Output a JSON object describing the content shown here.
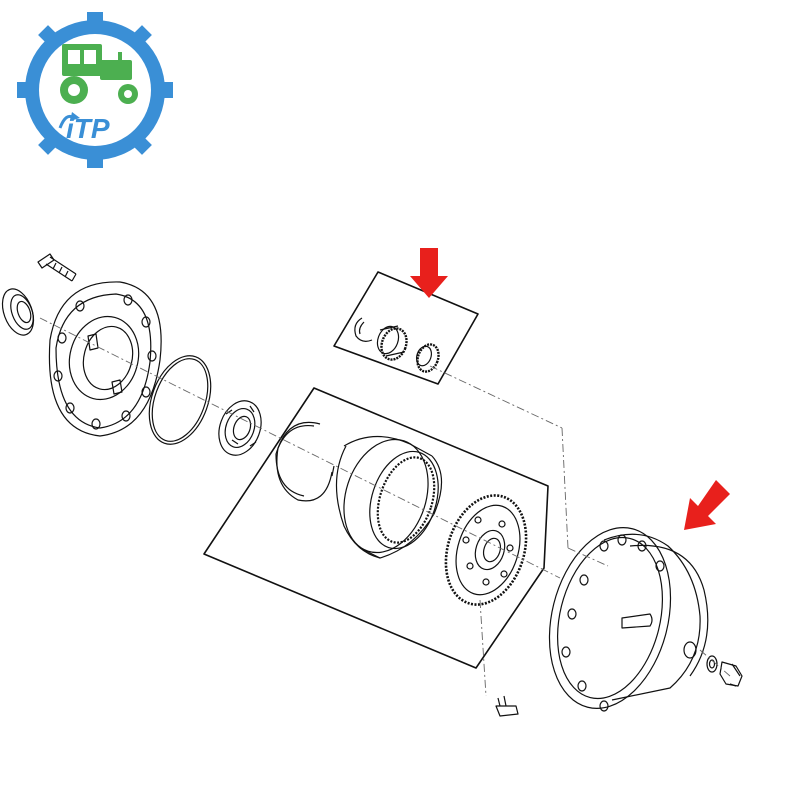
{
  "logo": {
    "text": "iTP",
    "colors": {
      "gear": "#3a8fd6",
      "tractor": "#4caf50"
    }
  },
  "diagram": {
    "line_color": "#111111",
    "arrow_color": "#e8201c",
    "highlighted_parts": [
      "bearing-ring-kit",
      "hub-cover"
    ]
  }
}
